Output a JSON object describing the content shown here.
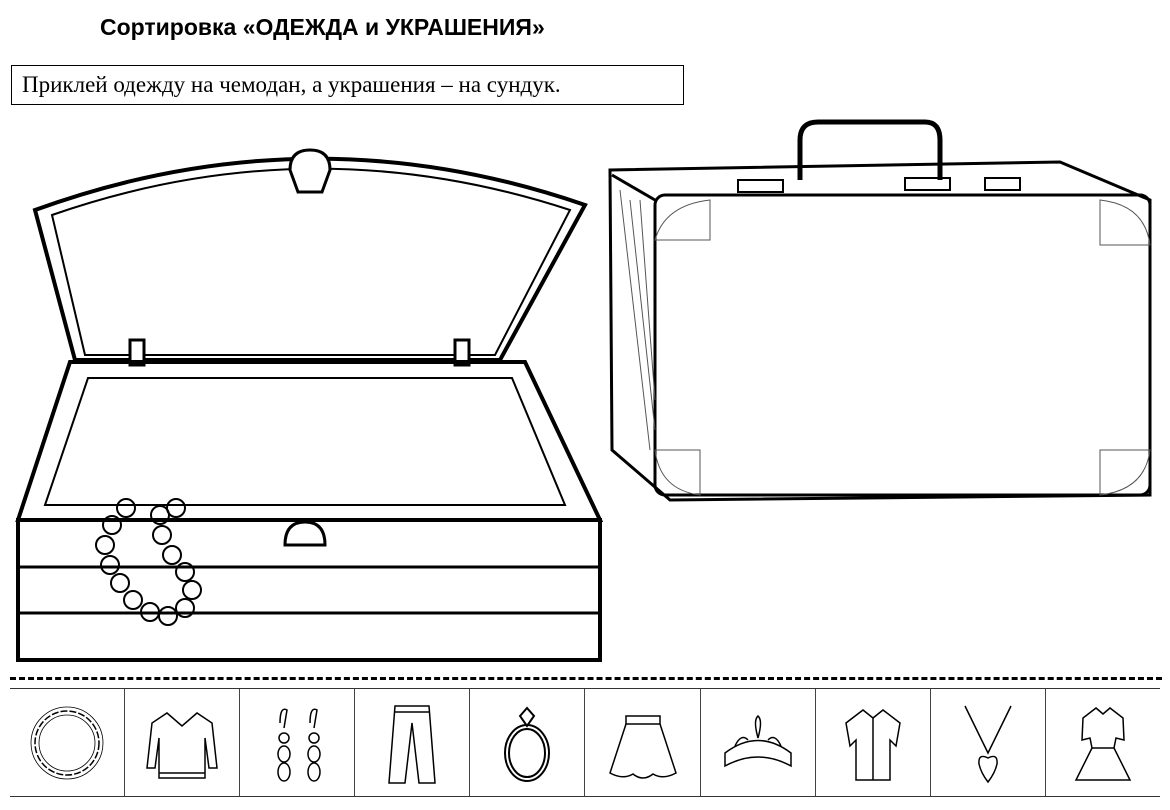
{
  "title": "Сортировка «ОДЕЖДА и УКРАШЕНИЯ»",
  "instruction": "Приклей одежду на чемодан, а украшения – на сундук.",
  "targets": [
    {
      "name": "treasure-chest",
      "category": "украшения"
    },
    {
      "name": "suitcase",
      "category": "одежда"
    }
  ],
  "cards": [
    {
      "icon": "bead-necklace-icon"
    },
    {
      "icon": "sweater-icon"
    },
    {
      "icon": "earrings-icon"
    },
    {
      "icon": "trousers-icon"
    },
    {
      "icon": "ring-icon"
    },
    {
      "icon": "skirt-icon"
    },
    {
      "icon": "tiara-icon"
    },
    {
      "icon": "shirt-icon"
    },
    {
      "icon": "pendant-necklace-icon"
    },
    {
      "icon": "dress-icon"
    }
  ]
}
